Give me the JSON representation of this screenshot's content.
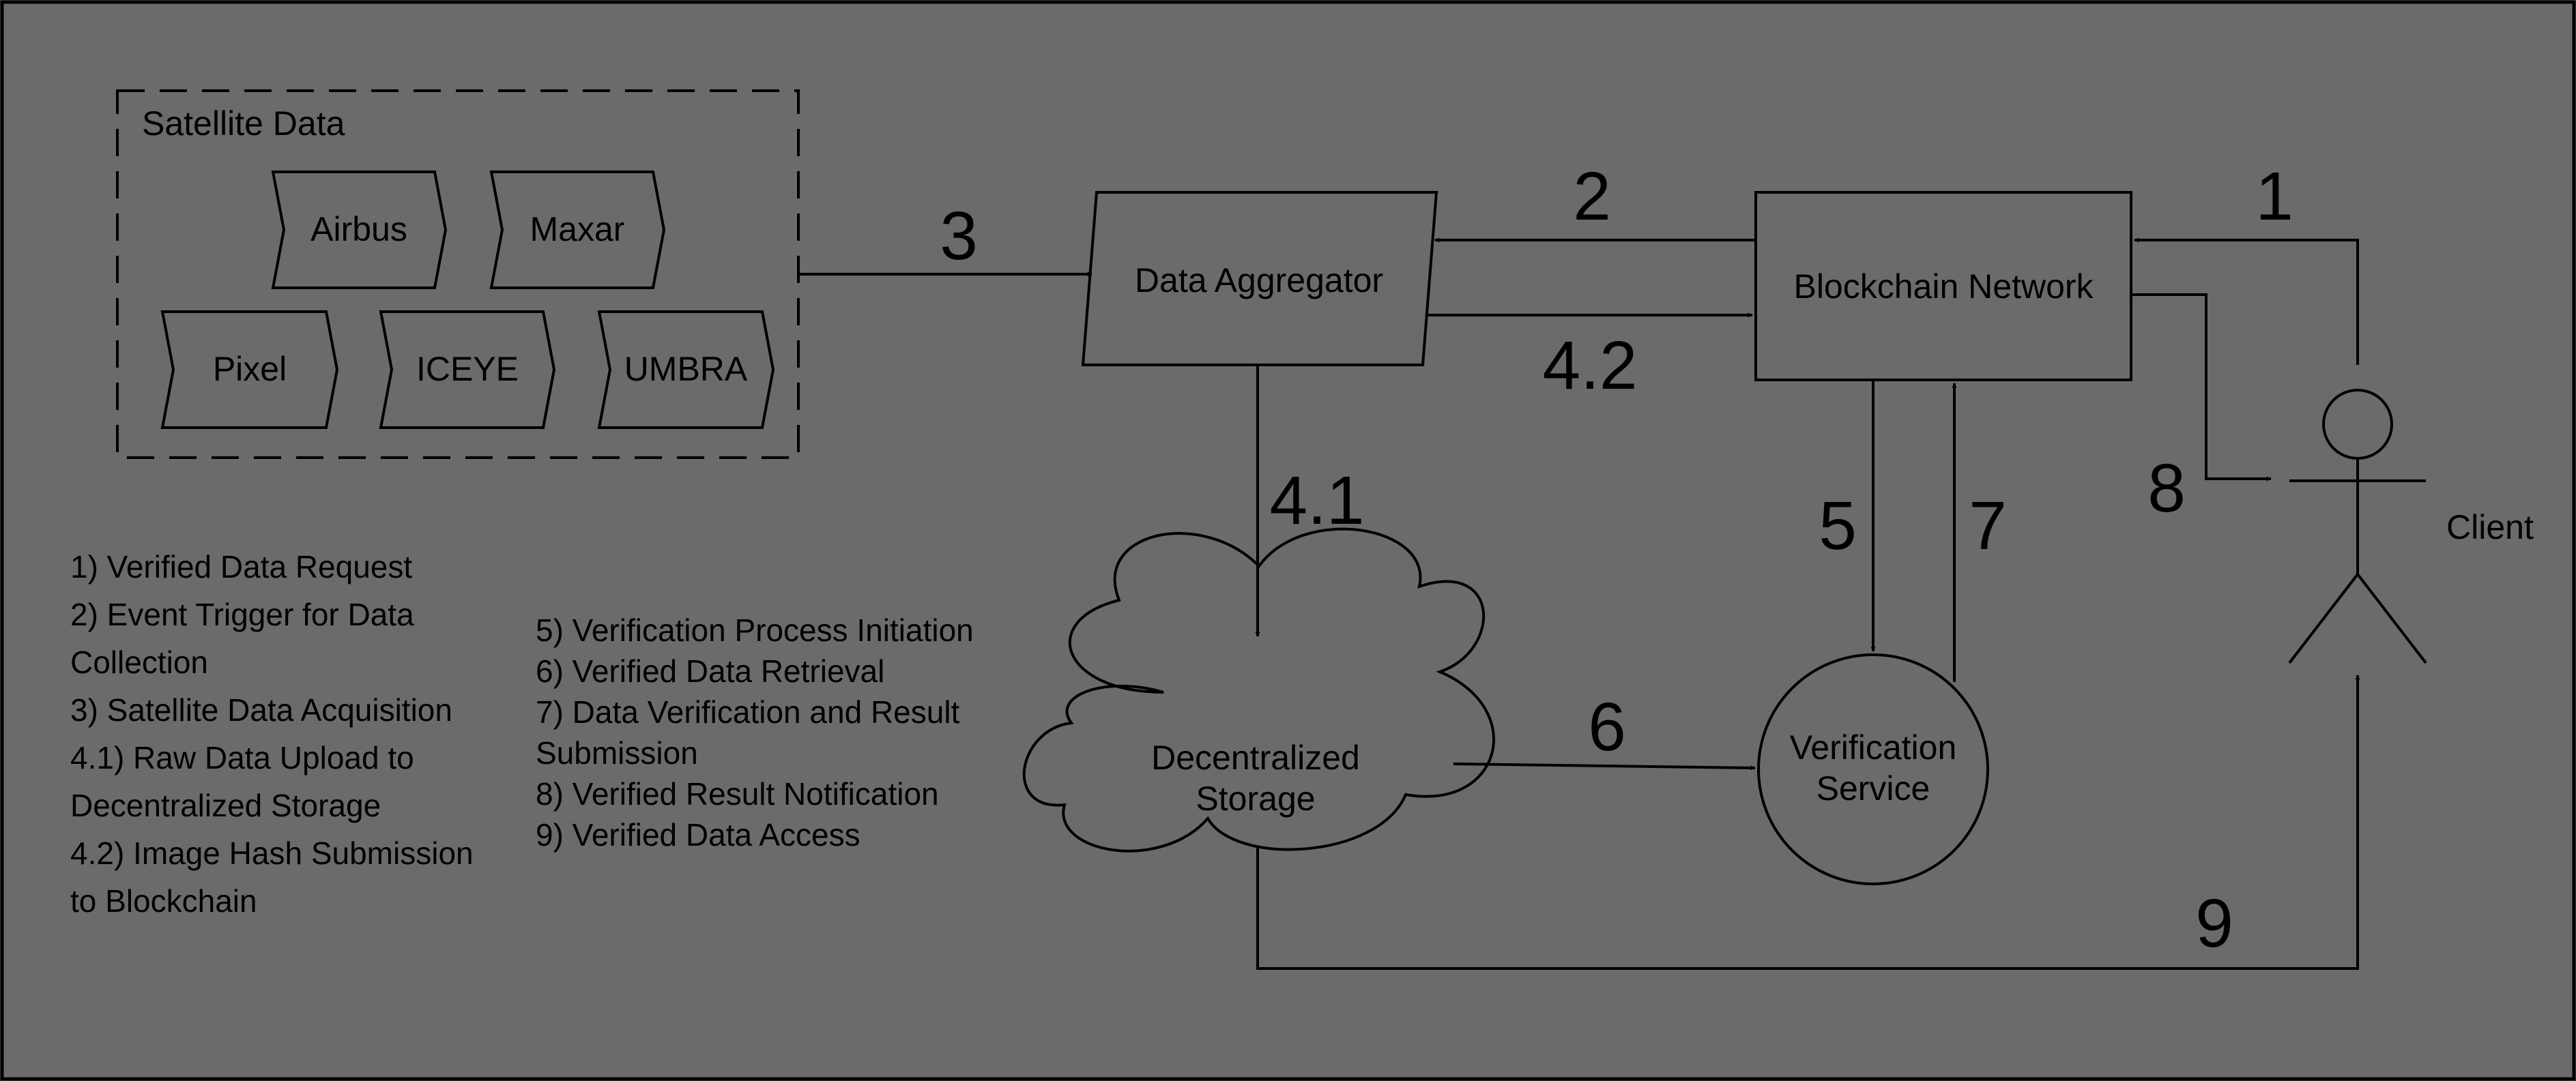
{
  "satellite_group": {
    "title": "Satellite Data",
    "providers": [
      "Airbus",
      "Maxar",
      "Pixel",
      "ICEYE",
      "UMBRA"
    ]
  },
  "nodes": {
    "aggregator": "Data Aggregator",
    "blockchain": "Blockchain Network",
    "storage": [
      "Decentralized",
      "Storage"
    ],
    "verification": [
      "Verification",
      "Service"
    ],
    "client": "Client"
  },
  "steps": {
    "s1": "1",
    "s2": "2",
    "s3": "3",
    "s41": "4.1",
    "s42": "4.2",
    "s5": "5",
    "s6": "6",
    "s7": "7",
    "s8": "8",
    "s9": "9"
  },
  "legend_left": [
    "1) Verified Data Request",
    "2) Event Trigger for Data",
    "Collection",
    "3) Satellite Data Acquisition",
    "4.1) Raw Data Upload to",
    "Decentralized Storage",
    "4.2) Image Hash Submission",
    "to Blockchain"
  ],
  "legend_right": [
    "5) Verification Process Initiation",
    "6) Verified Data Retrieval",
    "7) Data Verification and Result",
    "Submission",
    "8) Verified Result Notification",
    "9) Verified Data Access"
  ]
}
